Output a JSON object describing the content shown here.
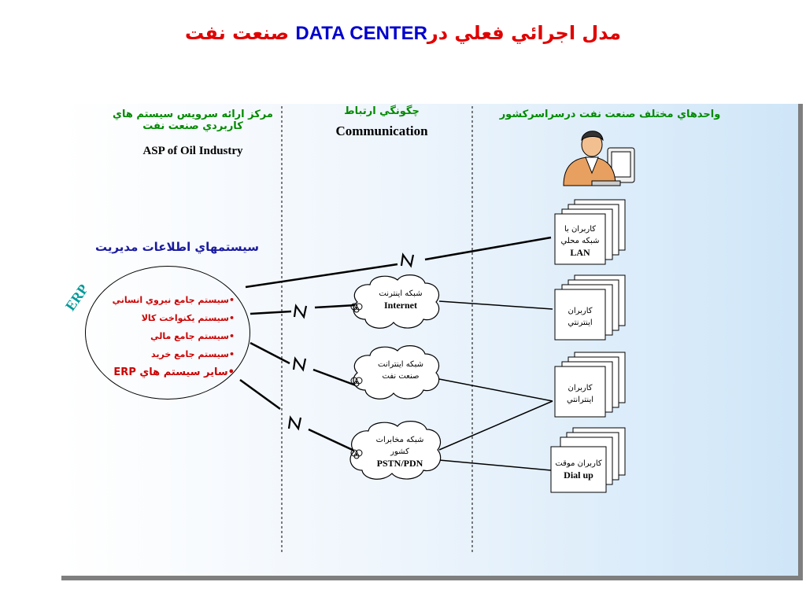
{
  "title": {
    "prefix": "مدل اجرائي  فعلي در",
    "dc": "DATA CENTER",
    "suffix": "  صنعت نفت"
  },
  "columns": {
    "left": {
      "line1": "مركز ارائه سرويس سيستم هاي",
      "line2": "كاربردي صنعت نفت",
      "english": "ASP of Oil Industry"
    },
    "middle": {
      "line1": "چگونگي ارتباط",
      "english": "Communication"
    },
    "right": {
      "line1": "واحدهاي مختلف صنعت نفت درسراسركشور"
    }
  },
  "mis_label": "سيستمهاي اطلاعات مديريت",
  "erp": {
    "label": "ERP",
    "items": [
      "•سيستم جامع نيروي انساني",
      "•سيستم يكنواخت كالا",
      "•سيستم جامع مالي",
      "•سيستم جامع خريد",
      "•ساير سيستم هاي ERP"
    ]
  },
  "clouds": [
    {
      "fa": "شبكه اينترنت",
      "en": "Internet"
    },
    {
      "fa": "شبكه اينترانت",
      "fa2": "صنعت نفت"
    },
    {
      "fa": "شبكه مخابرات",
      "fa2": "كشور",
      "en": "PSTN/PDN"
    }
  ],
  "boxes": [
    {
      "fa": "كاربران با",
      "fa2": "شبكه محلي",
      "en": "LAN"
    },
    {
      "fa": "كاربران",
      "fa2": "اينترنتي"
    },
    {
      "fa": "كاربران",
      "fa2": "اينترانتي"
    },
    {
      "fa": "كاربران موقت",
      "en": "Dial up"
    }
  ],
  "colors": {
    "title_red": "#e00000",
    "title_blue": "#0000cc",
    "header_green": "#008a00",
    "erp_red": "#cc0000",
    "erp_teal": "#009999"
  },
  "icons": [
    "person-at-computer-icon",
    "modem-icon",
    "lightning-link-icon"
  ]
}
